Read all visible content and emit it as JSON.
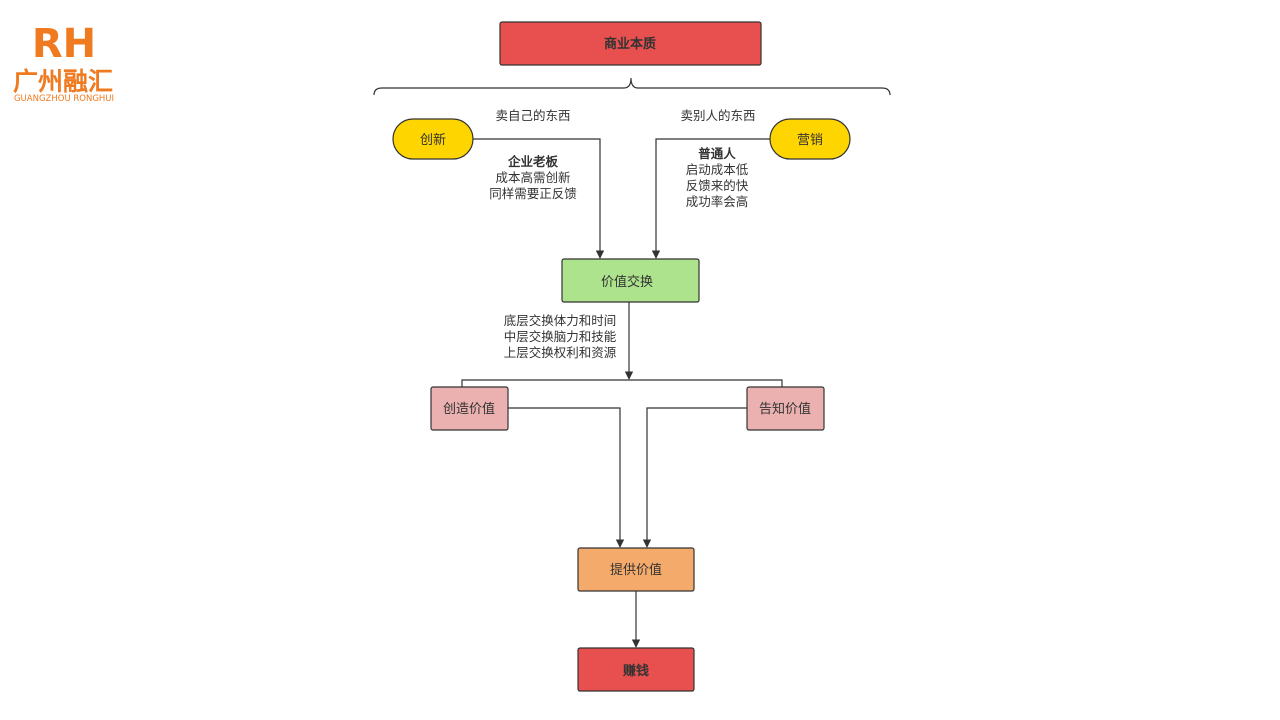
{
  "logo": {
    "letters": "RH",
    "name_cn": "广州融汇",
    "name_en": "GUANGZHOU RONGHUI",
    "color": "#f07a1f",
    "accent": "#d83a1a"
  },
  "colors": {
    "red": "#e84f4f",
    "yellow": "#ffd500",
    "green": "#ade38c",
    "pink": "#eab1b0",
    "orange": "#f4aa6a",
    "stroke": "#333333"
  },
  "nodes": {
    "business_essence": "商业本质",
    "innovation": "创新",
    "marketing": "营销",
    "value_exchange": "价值交换",
    "create_value": "创造价值",
    "inform_value": "告知价值",
    "provide_value": "提供价值",
    "make_money": "赚钱"
  },
  "labels": {
    "sell_own": "卖自己的东西",
    "sell_others": "卖别人的东西",
    "boss": {
      "title": "企业老板",
      "lines": [
        "成本高需创新",
        "同样需要正反馈"
      ]
    },
    "ordinary": {
      "title": "普通人",
      "lines": [
        "启动成本低",
        "反馈来的快",
        "成功率会高"
      ]
    },
    "exchange_levels": [
      "底层交换体力和时间",
      "中层交换脑力和技能",
      "上层交换权利和资源"
    ]
  }
}
